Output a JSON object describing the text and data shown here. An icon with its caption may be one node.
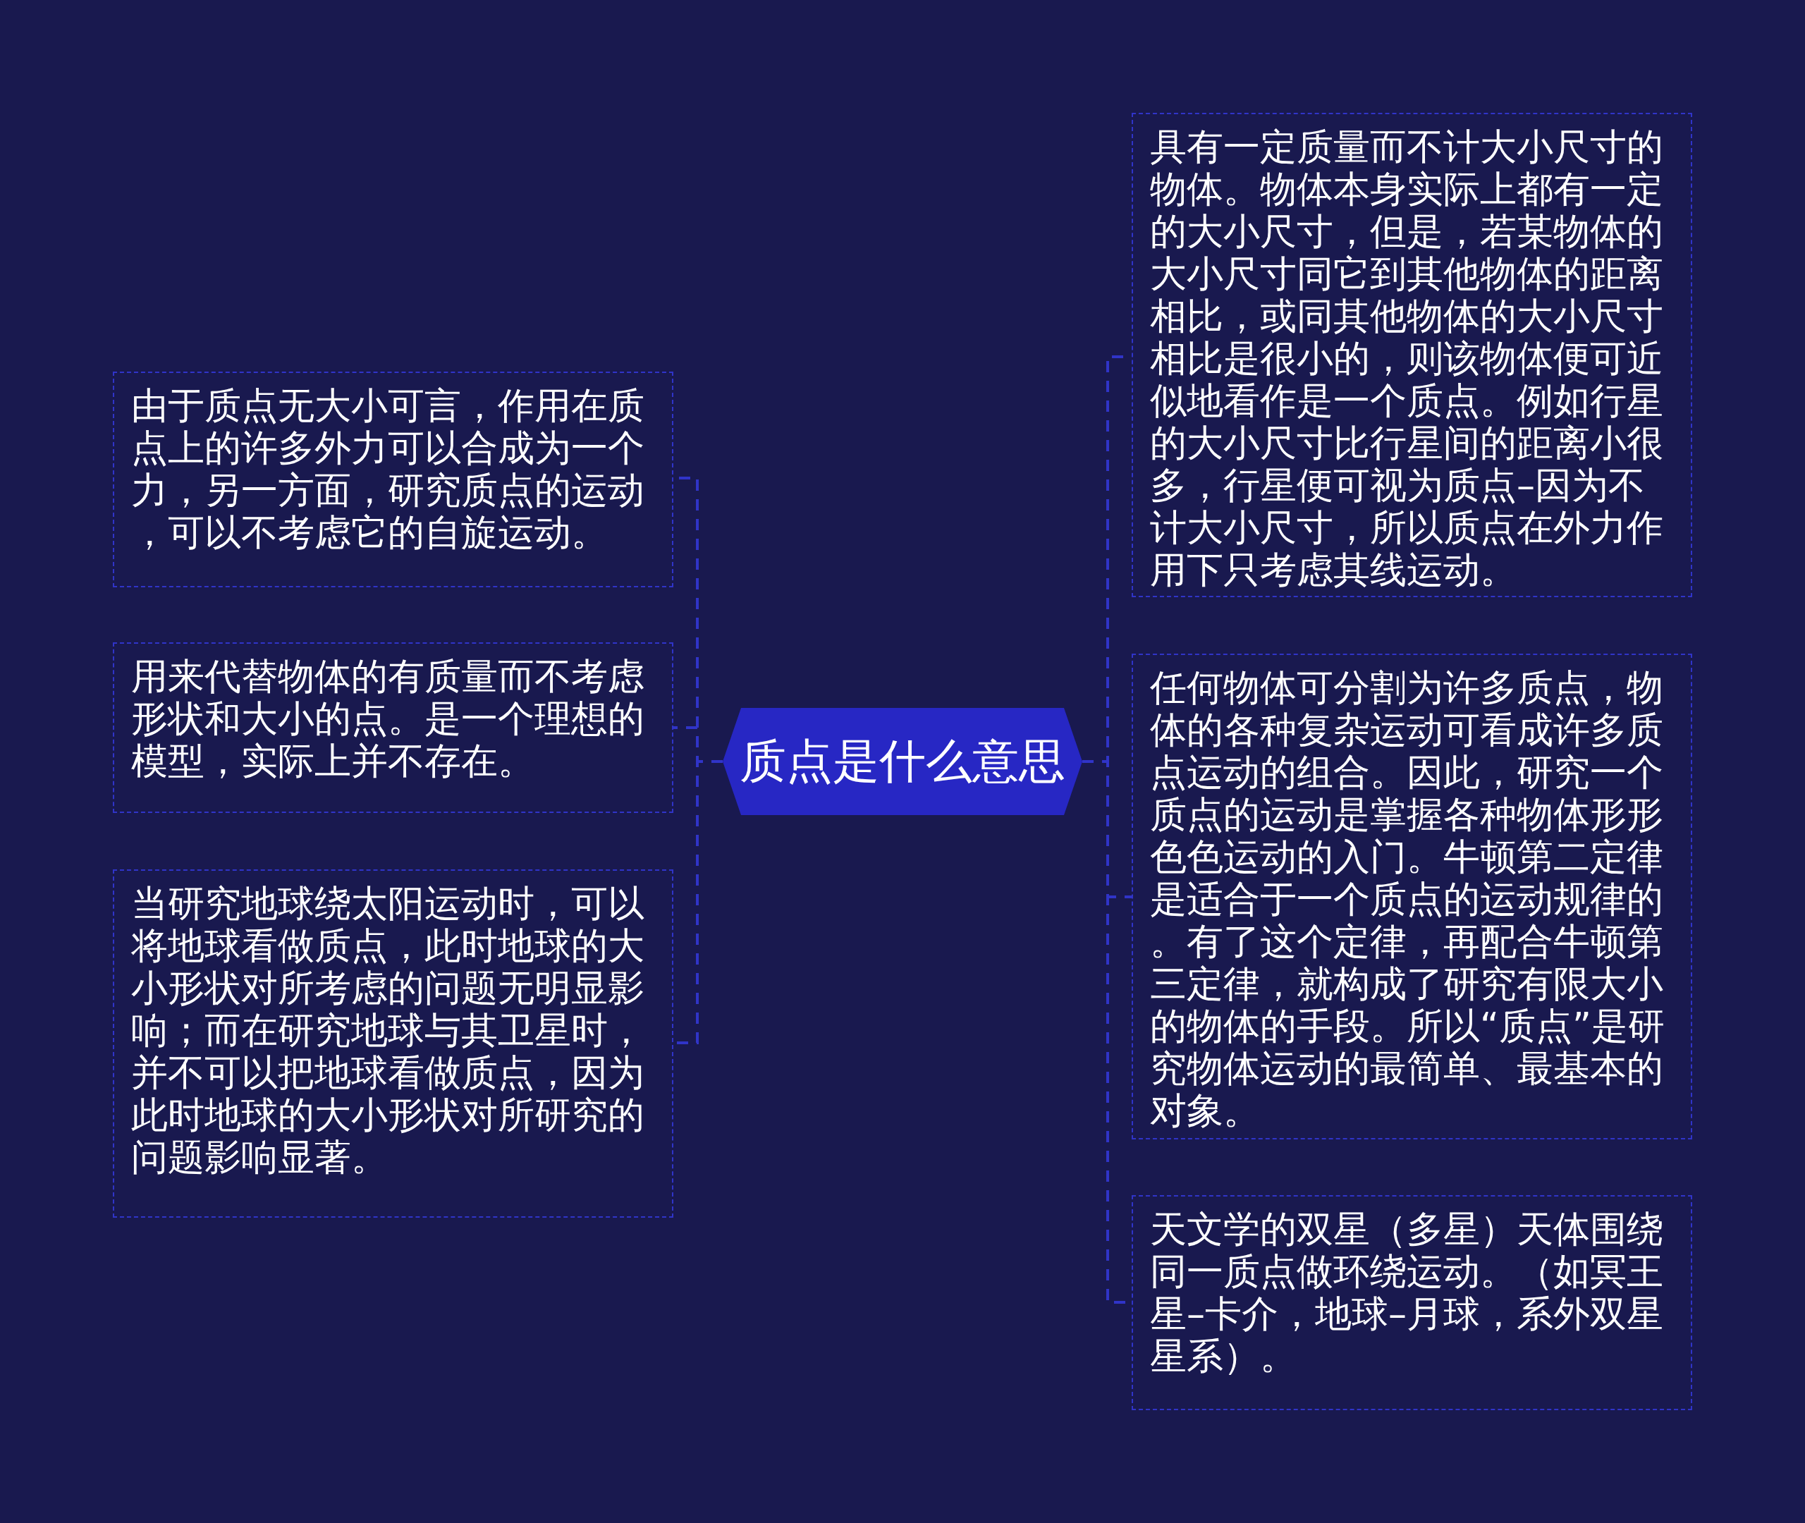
{
  "diagram": {
    "nodes": [
      {
        "text": [
          "质点是什么意思"
        ]
      },
      {
        "text": [
          "由于质点无大小可言，作用在质点上的许多外力可以合成为一个力，另一方面，研究质点的运动，可以不考虑它的自旋运动。"
        ]
      },
      {
        "text": [
          "用来代替物体的有质量而不考虑形状和大小的点。是一个理想的模型，实际上并不存在。"
        ]
      },
      {
        "text": [
          "当研究地球绕太阳运动时，可以将地球看做质点，此时地球的大小形状对所考虑的问题无明显影响；而在研究地球与其卫星时，并不可以把地球看做质点，因为此时地球的大小形状对所研究的问题影响显著。"
        ]
      },
      {
        "text": [
          "具有一定质量而不计大小尺寸的物体。物体本身实际上都有一定的大小尺寸，但是，若某物体的大小尺寸同它到其他物体的距离相比，或同其他物体的大小尺寸相比是很小的，则该物体便可近似地看作是一个质点。例如行星的大小尺寸比行星间的距离小很多，行星便可视为质点–因为不计大小尺寸，所以质点在外力作用下只考虑其线运动。"
        ]
      },
      {
        "text": [
          "任何物体可分割为许多质点，物体的各种复杂运动可看成许多质点运动的组合。因此，研究一个质点的运动是掌握各种物体形形色色运动的入门。牛顿第二定律是适合于一个质点的运动规律的。有了这个定律，再配合牛顿第三定律，就构成了研究有限大小的物体的手段。所以“质点”是研究物体运动的最简单、最基本的对象。"
        ]
      },
      {
        "text": [
          "天文学的双星（多星）天体围绕同一质点做环绕运动。（如冥王星–卡介，地球–月球，系外双星星系）。"
        ]
      }
    ],
    "edges": [
      {
        "from": 0,
        "to": 1,
        "arrow": "none"
      },
      {
        "from": 0,
        "to": 2,
        "arrow": "none"
      },
      {
        "from": 0,
        "to": 3,
        "arrow": "none"
      },
      {
        "from": 0,
        "to": 4,
        "arrow": "none"
      },
      {
        "from": 0,
        "to": 5,
        "arrow": "none"
      },
      {
        "from": 0,
        "to": 6,
        "arrow": "none"
      }
    ]
  }
}
